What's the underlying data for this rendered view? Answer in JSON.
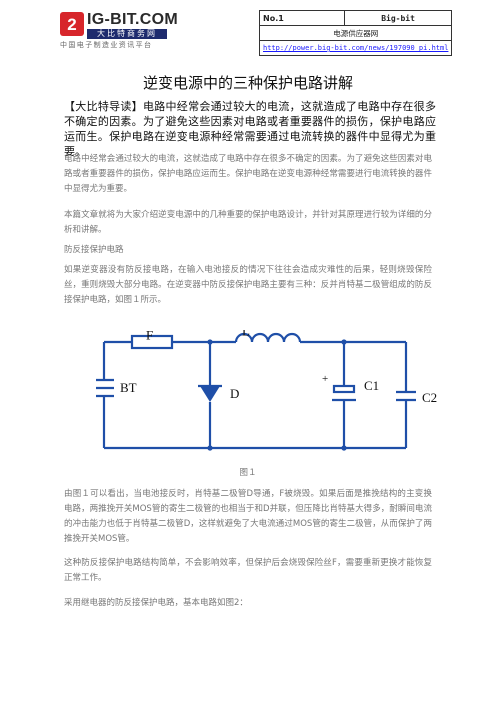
{
  "header": {
    "logo_title": "IG-BIT.COM",
    "logo_band": "大比特商务网",
    "logo_slogan": "中国电子制造业资讯平台",
    "no_label": "No.1",
    "brand": "Big-bit",
    "provider": "电源供应器网",
    "url": "http://power.big-bit.com/news/197090_pi.html"
  },
  "article": {
    "title": "逆变电源中的三种保护电路讲解",
    "lead": "【大比特导读】电路中经常会通过较大的电流，这就造成了电路中存在很多不确定的因素。为了避免这些因素对电路或者重要器件的损伤，保护电路应运而生。保护电路在逆变电源种经常需要通过电流转换的器件中显得尤为重要。",
    "p1": "电路中经常会通过较大的电流，这就造成了电路中存在很多不确定的因素。为了避免这些因素对电路或者重要器件的损伤，保护电路应运而生。保护电路在逆变电源种经常需要进行电流转换的器件中显得尤为重要。",
    "p2": "本篇文章就将为大家介绍逆变电源中的几种重要的保护电路设计，并针对其原理进行较为详细的分析和讲解。",
    "section": "防反接保护电路",
    "p3": "如果逆变器没有防反接电路，在输入电池接反的情况下往往会造成灾难性的后果，轻则烧毁保险丝，重则烧毁大部分电路。在逆变器中防反接保护电路主要有三种：反并肖特基二极管组成的防反接保护电路，如图１所示。",
    "figure_caption": "图１",
    "p4": "由图１可以看出，当电池接反时，肖特基二极管D导通，F被烧毁。如果后面是推挽结构的主变换电路，两推挽开关MOS管的寄生二极管的也相当于和D并联，但压降比肖特基大得多，耐瞬间电流的冲击能力也低于肖特基二极管D，这样就避免了大电流通过MOS管的寄生二极管，从而保护了两推挽开关MOS管。",
    "p5": "这种防反接保护电路结构简单，不会影响效率，但保护后会烧毁保险丝F，需要重新更换才能恢复正常工作。",
    "p6": "采用继电器的防反接保护电路，基本电路如图2："
  },
  "circuit": {
    "label_f": "F",
    "label_l": "L",
    "label_bt": "BT",
    "label_d": "D",
    "label_c1": "C1",
    "label_c2": "C2",
    "plus_sign": "+"
  },
  "colors": {
    "wire": "#1f4fa8",
    "logo_red": "#d7262b",
    "logo_band": "#1e2b6e",
    "link": "#1a1aff"
  }
}
